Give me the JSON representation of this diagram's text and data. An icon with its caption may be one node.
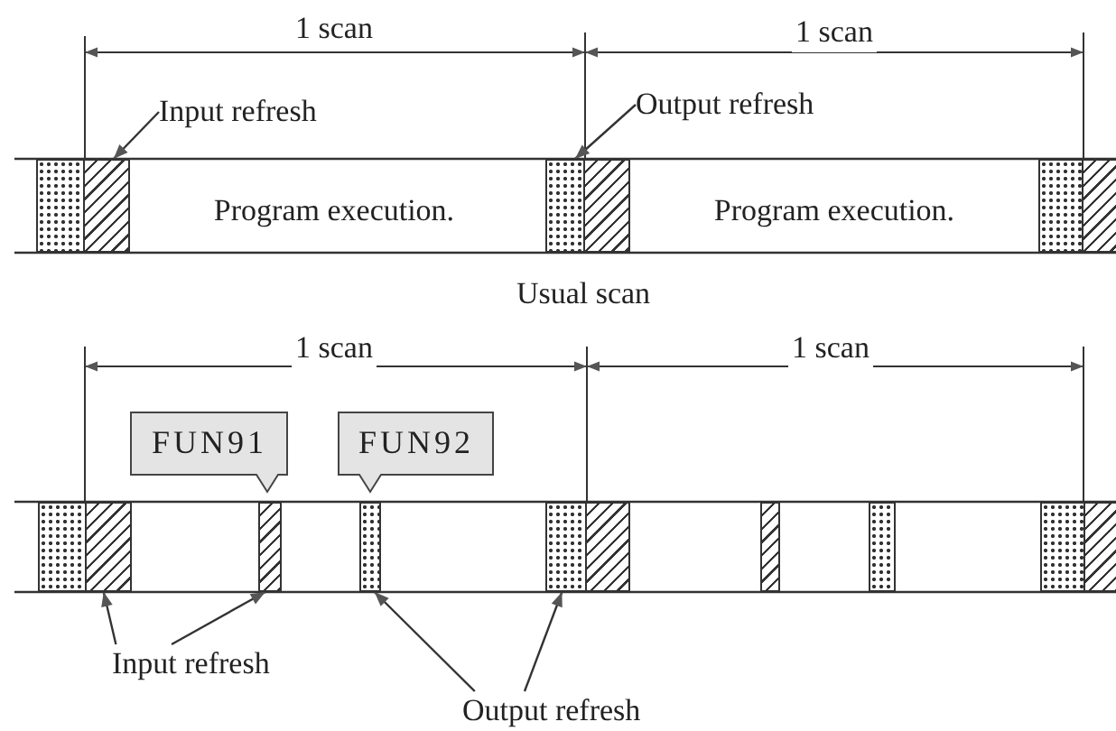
{
  "diagram": {
    "nodes": [
      {
        "text": [
          "Input refresh"
        ]
      },
      {
        "text": [
          "Output refresh"
        ]
      },
      {
        "text": [],
        "shape": "bar"
      },
      {
        "text": [],
        "shape": "bar"
      },
      {
        "text": [],
        "shape": "bar"
      },
      {
        "text": [],
        "shape": "bar"
      },
      {
        "text": [],
        "shape": "bar"
      },
      {
        "text": [],
        "shape": "bar"
      },
      {
        "text": [
          "FUN91"
        ]
      },
      {
        "text": [
          "FUN92"
        ]
      },
      {
        "text": [],
        "shape": "bar"
      },
      {
        "text": [],
        "shape": "bar"
      },
      {
        "text": [],
        "shape": "bar"
      },
      {
        "text": [],
        "shape": "bar"
      },
      {
        "text": [],
        "shape": "bar"
      },
      {
        "text": [],
        "shape": "bar"
      },
      {
        "text": [],
        "shape": "bar"
      },
      {
        "text": [],
        "shape": "bar"
      },
      {
        "text": [],
        "shape": "bar"
      },
      {
        "text": [],
        "shape": "bar"
      },
      {
        "text": [
          "Input refresh"
        ]
      },
      {
        "text": [
          "Output refresh"
        ]
      }
    ],
    "edges": [
      {
        "from": 0,
        "to": 3,
        "arrow": "to"
      },
      {
        "from": 1,
        "to": 4,
        "arrow": "to"
      },
      {
        "from": 20,
        "to": 11,
        "arrow": "to"
      },
      {
        "from": 20,
        "to": 12,
        "arrow": "to"
      },
      {
        "from": 21,
        "to": 13,
        "arrow": "to"
      },
      {
        "from": 21,
        "to": 14,
        "arrow": "to"
      }
    ],
    "labels": [
      "1 scan",
      "1 scan",
      "Program execution.",
      "Program execution.",
      "Usual scan",
      "1 scan",
      "1 scan"
    ]
  }
}
